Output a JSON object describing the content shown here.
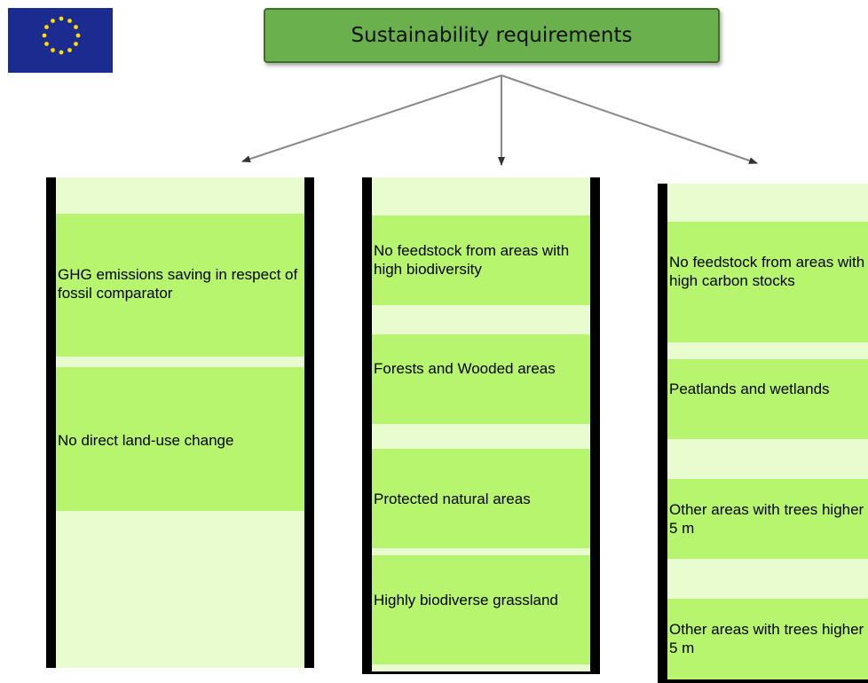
{
  "title": "Sustainability requirements",
  "columns": [
    {
      "cells": [
        {
          "text": "",
          "shade": "light"
        },
        {
          "text": "GHG emissions saving in respect of fossil comparator",
          "shade": "dark"
        },
        {
          "text": "",
          "shade": "light"
        },
        {
          "text": "No direct land-use change",
          "shade": "dark"
        },
        {
          "text": "",
          "shade": "light"
        }
      ]
    },
    {
      "cells": [
        {
          "text": "",
          "shade": "light"
        },
        {
          "text": "No feedstock from areas with high biodiversity",
          "shade": "dark"
        },
        {
          "text": "",
          "shade": "light"
        },
        {
          "text": "Forests and Wooded areas",
          "shade": "dark"
        },
        {
          "text": "",
          "shade": "light"
        },
        {
          "text": "Protected natural areas",
          "shade": "dark"
        },
        {
          "text": "",
          "shade": "light"
        },
        {
          "text": "Highly biodiverse grassland",
          "shade": "dark"
        },
        {
          "text": "",
          "shade": "light"
        }
      ]
    },
    {
      "cells": [
        {
          "text": "",
          "shade": "light"
        },
        {
          "text": "No feedstock from areas with high carbon stocks",
          "shade": "dark"
        },
        {
          "text": "",
          "shade": "light"
        },
        {
          "text": "Peatlands and wetlands",
          "shade": "dark"
        },
        {
          "text": "",
          "shade": "light"
        },
        {
          "text": "Other areas with trees higher 5 m",
          "shade": "dark"
        },
        {
          "text": "",
          "shade": "light"
        },
        {
          "text": "Other areas with trees higher 5 m",
          "shade": "dark"
        }
      ]
    }
  ],
  "colors": {
    "title_fill": "#6ab04c",
    "cell_dark": "#b8f56f",
    "cell_light": "#e8fcd0",
    "flag_blue": "#1b2b8f",
    "flag_star": "#ffdd00"
  }
}
